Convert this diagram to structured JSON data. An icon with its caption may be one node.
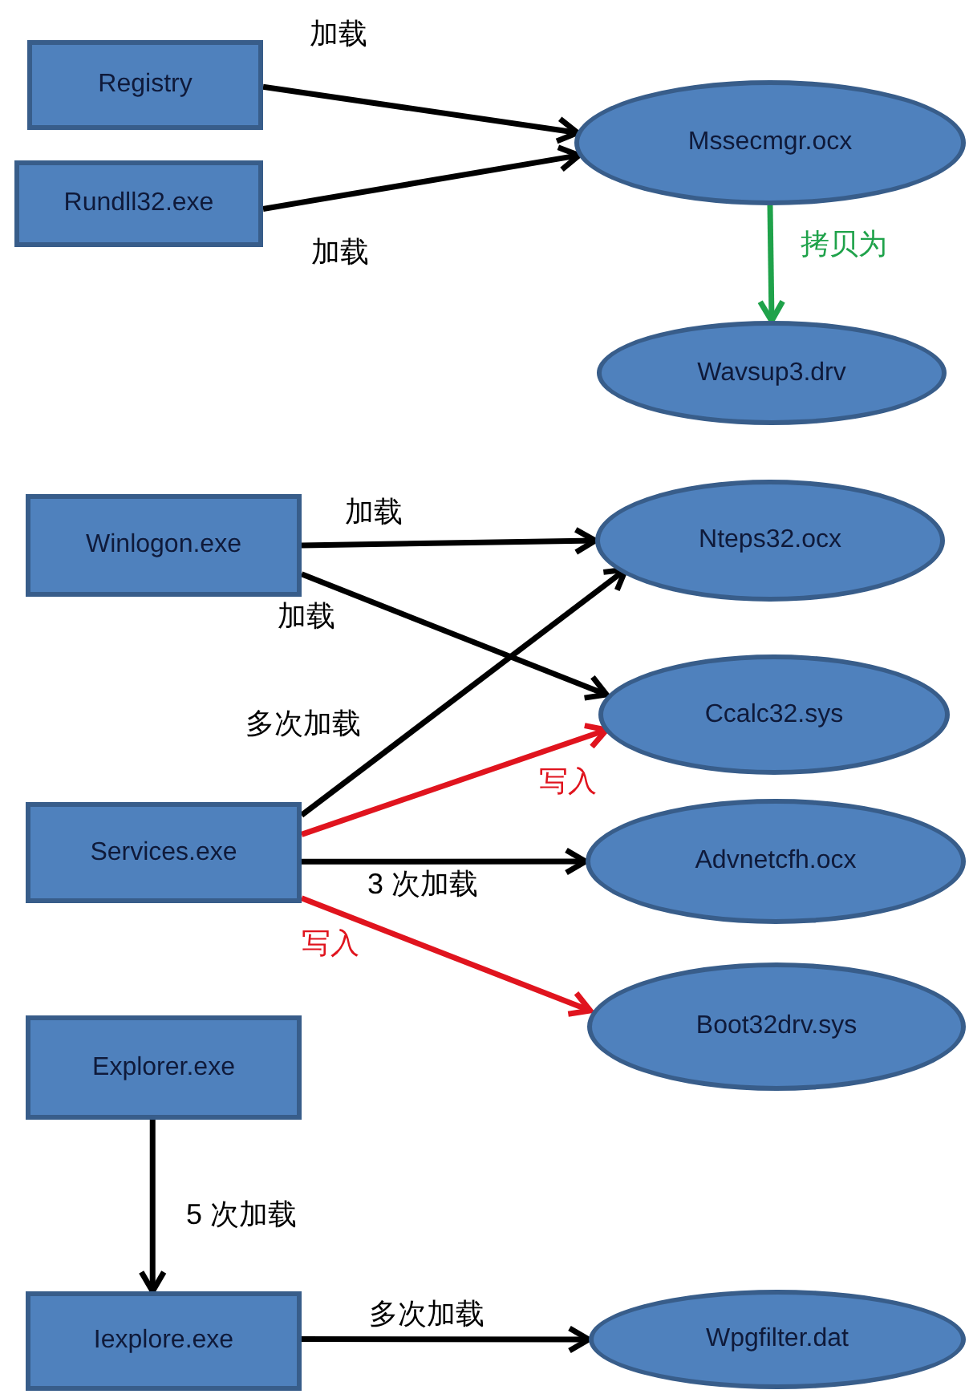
{
  "diagram": {
    "nodes": [
      {
        "text": [
          "Registry"
        ]
      },
      {
        "text": [
          "Rundll32.exe"
        ]
      },
      {
        "text": [
          "Mssecmgr.ocx"
        ]
      },
      {
        "text": [
          "Wavsup3.drv"
        ]
      },
      {
        "text": [
          "Winlogon.exe"
        ]
      },
      {
        "text": [
          "Nteps32.ocx"
        ]
      },
      {
        "text": [
          "Ccalc32.sys"
        ]
      },
      {
        "text": [
          "Services.exe"
        ]
      },
      {
        "text": [
          "Advnetcfh.ocx"
        ]
      },
      {
        "text": [
          "Boot32drv.sys"
        ]
      },
      {
        "text": [
          "Explorer.exe"
        ]
      },
      {
        "text": [
          "Iexplore.exe"
        ]
      },
      {
        "text": [
          "Wpgfilter.dat"
        ]
      }
    ],
    "edges": [
      {
        "from": 0,
        "to": 2,
        "arrow": "to",
        "label": "加载"
      },
      {
        "from": 1,
        "to": 2,
        "arrow": "to",
        "label": "加载"
      },
      {
        "from": 2,
        "to": 3,
        "arrow": "to",
        "label": "拷贝为",
        "color": "#1fa24a"
      },
      {
        "from": 4,
        "to": 5,
        "arrow": "to",
        "label": "加载"
      },
      {
        "from": 4,
        "to": 6,
        "arrow": "to",
        "label": "加载"
      },
      {
        "from": 7,
        "to": 5,
        "arrow": "to",
        "label": "多次加载"
      },
      {
        "from": 7,
        "to": 6,
        "arrow": "to",
        "label": "写入",
        "color": "#e0141e"
      },
      {
        "from": 7,
        "to": 8,
        "arrow": "to",
        "label": "3 次加载"
      },
      {
        "from": 7,
        "to": 9,
        "arrow": "to",
        "label": "写入",
        "color": "#e0141e"
      },
      {
        "from": 10,
        "to": 11,
        "arrow": "to",
        "label": "5 次加载"
      },
      {
        "from": 11,
        "to": 12,
        "arrow": "to",
        "label": "多次加载"
      }
    ]
  }
}
